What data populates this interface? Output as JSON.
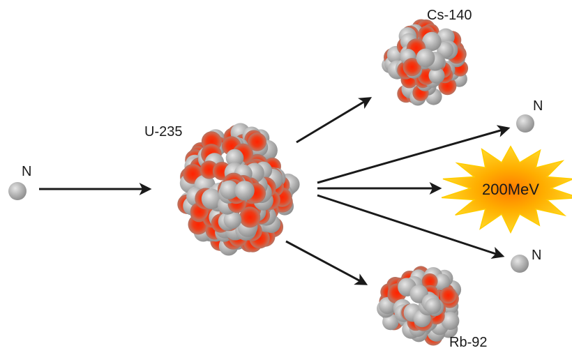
{
  "labels": {
    "neutron_in": "N",
    "uranium": "U-235",
    "cesium": "Cs-140",
    "rubidium": "Rb-92",
    "neutron_out_1": "N",
    "neutron_out_2": "N",
    "energy": "200MeV"
  },
  "colors": {
    "proton": "#ff2a00",
    "neutron": "#b4b4b4",
    "arrow": "#1a1a1a",
    "burst_outer": "#ffd21a",
    "burst_inner": "#ff9a00"
  }
}
